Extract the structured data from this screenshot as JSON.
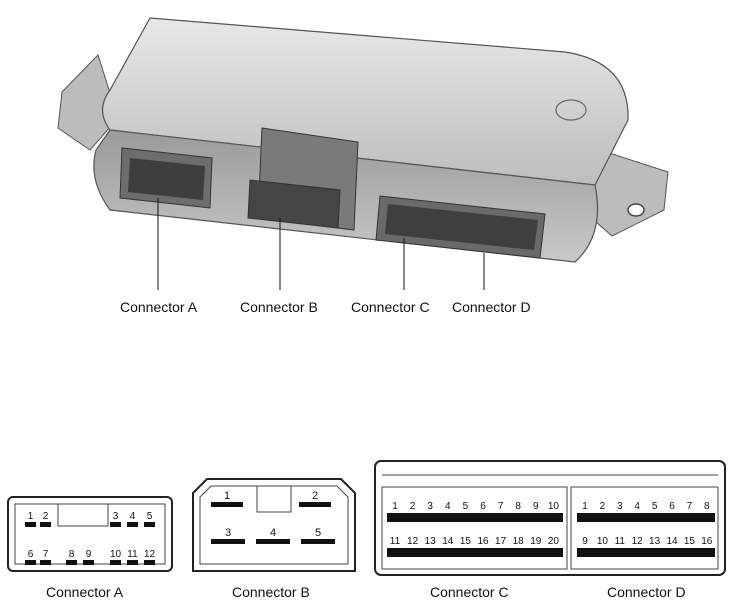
{
  "callouts": {
    "a": "Connector A",
    "b": "Connector B",
    "c": "Connector C",
    "d": "Connector D"
  },
  "connectors": {
    "a": {
      "label": "Connector A",
      "top_pins": [
        "1",
        "2",
        "3",
        "4",
        "5"
      ],
      "bottom_pins": [
        "6",
        "7",
        "8",
        "9",
        "10",
        "11",
        "12"
      ]
    },
    "b": {
      "label": "Connector B",
      "pins": [
        "1",
        "2",
        "3",
        "4",
        "5"
      ]
    },
    "c": {
      "label": "Connector C",
      "top_pins": [
        "1",
        "2",
        "3",
        "4",
        "5",
        "6",
        "7",
        "8",
        "9",
        "10"
      ],
      "bottom_pins": [
        "11",
        "12",
        "13",
        "14",
        "15",
        "16",
        "17",
        "18",
        "19",
        "20"
      ]
    },
    "d": {
      "label": "Connector D",
      "top_pins": [
        "1",
        "2",
        "3",
        "4",
        "5",
        "6",
        "7",
        "8"
      ],
      "bottom_pins": [
        "9",
        "10",
        "11",
        "12",
        "13",
        "14",
        "15",
        "16"
      ]
    }
  }
}
